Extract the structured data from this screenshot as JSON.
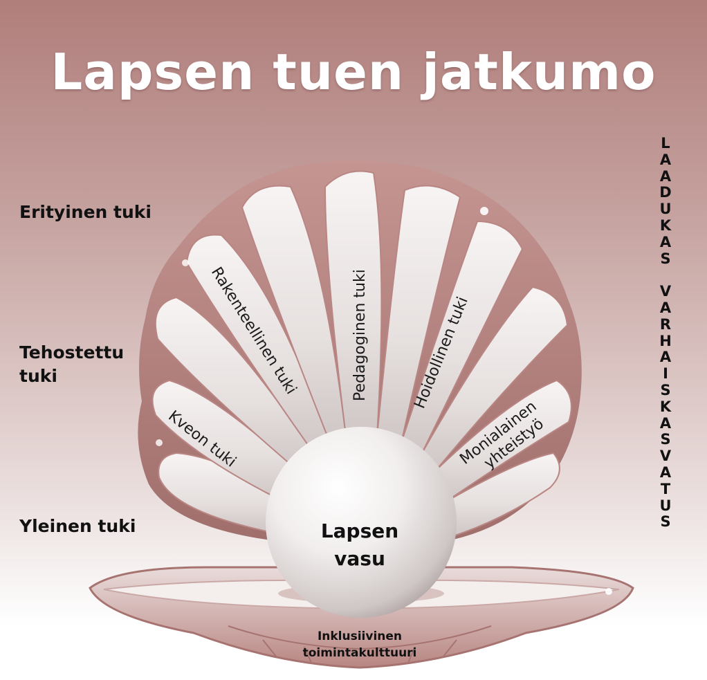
{
  "title": "Lapsen tuen jatkumo",
  "levels": {
    "special": "Erityinen tuki",
    "intensified_1": "Tehostettu",
    "intensified_2": "tuki",
    "general": "Yleinen tuki"
  },
  "shell_rays": {
    "structural": "Rakenteellinen tuki",
    "pedagogical": "Pedagoginen tuki",
    "care": "Hoidollinen tuki",
    "other": "Kveon tuki",
    "multi_1": "Monialainen",
    "multi_2": "yhteistyö"
  },
  "pearl": {
    "line1": "Lapsen",
    "line2": "vasu"
  },
  "base": {
    "line1": "Inklusiivinen",
    "line2": "toimintakulttuuri"
  },
  "vertical_text": {
    "word1": [
      "L",
      "A",
      "A",
      "D",
      "U",
      "K",
      "A",
      "S"
    ],
    "word2": [
      "V",
      "A",
      "R",
      "H",
      "A",
      "I",
      "S",
      "K",
      "A",
      "S",
      "V",
      "A",
      "T",
      "U",
      "S"
    ]
  },
  "colors": {
    "background_top": "#b07e7b",
    "shell_rim": "#b98683",
    "pearl": "#f2efee"
  }
}
